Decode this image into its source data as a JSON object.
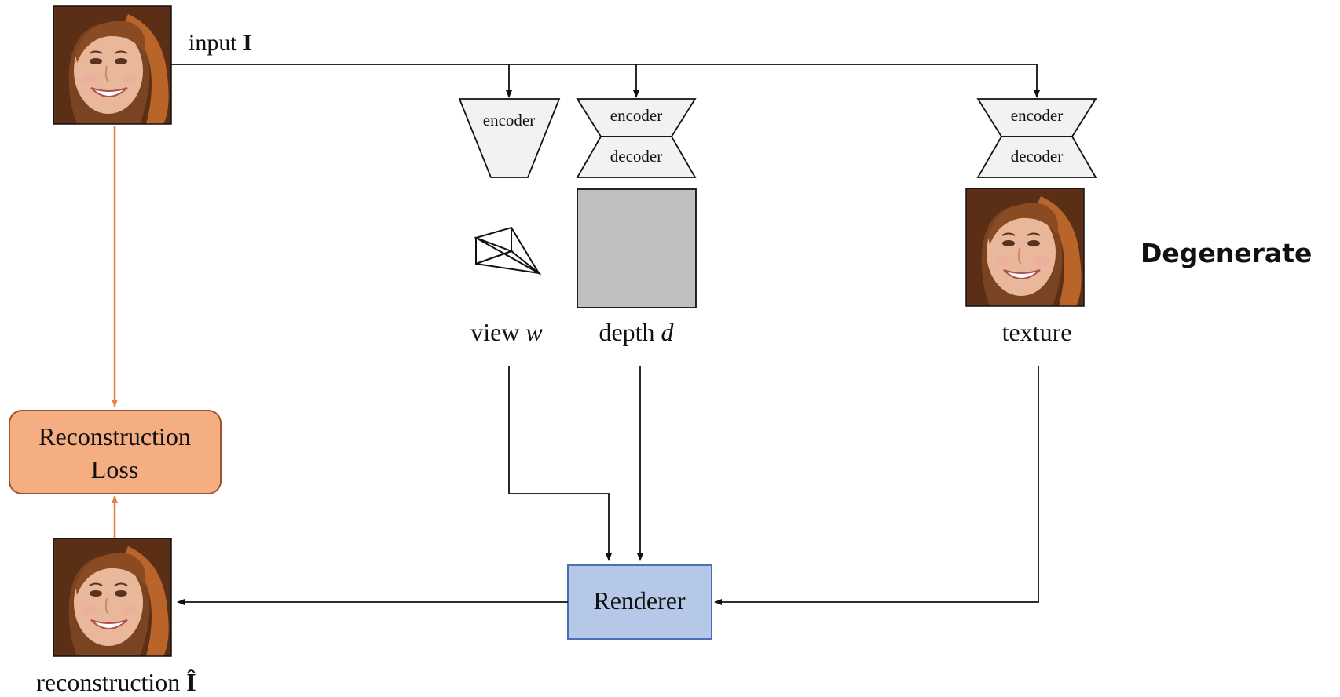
{
  "input_label": {
    "text": "input ",
    "symbol": "I"
  },
  "encoders": {
    "view": "encoder",
    "depth_encoder": "encoder",
    "depth_decoder": "decoder",
    "texture_encoder": "encoder",
    "texture_decoder": "decoder"
  },
  "labels": {
    "view": {
      "text": "view ",
      "var": "w"
    },
    "depth": {
      "text": "depth ",
      "var": "d"
    },
    "texture": "texture"
  },
  "badge": "Degenerate",
  "loss_box": {
    "line1": "Reconstruction",
    "line2": "Loss"
  },
  "renderer": "Renderer",
  "reconstruction_label": {
    "text": "reconstruction ",
    "symbol": "Î"
  },
  "colors": {
    "loss_fill": "#f4ae82",
    "loss_stroke": "#a0532a",
    "loss_arrow": "#e8813f",
    "renderer_fill": "#b6c8e8",
    "renderer_stroke": "#4a6fb5",
    "network_fill": "#f2f2f2",
    "depth_map": "#c0c0c0"
  }
}
